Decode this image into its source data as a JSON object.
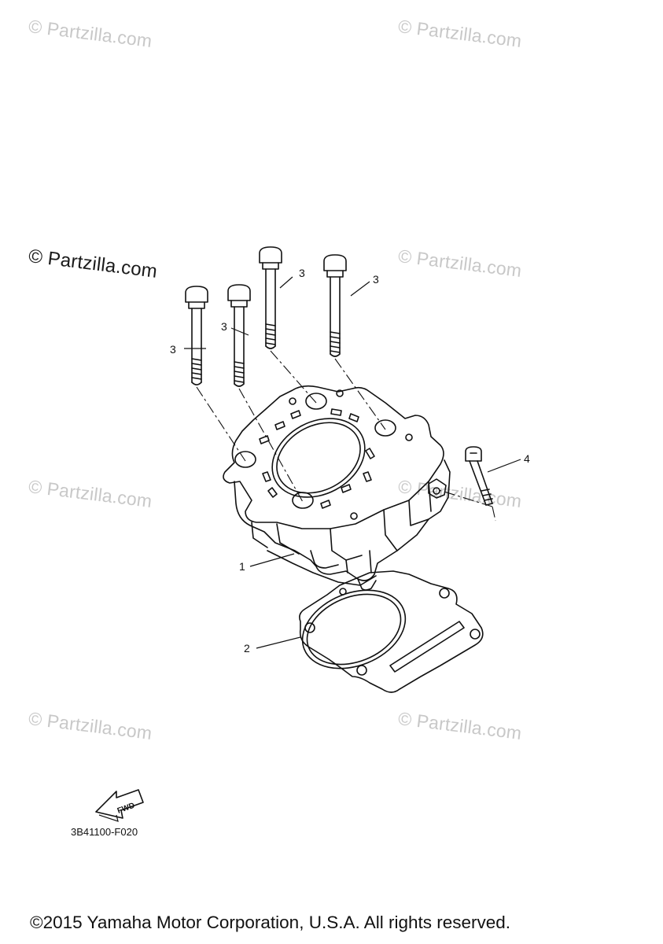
{
  "watermarks": [
    {
      "text": "© Partzilla.com"
    },
    {
      "text": "© Partzilla.com"
    },
    {
      "text": "© Partzilla.com"
    },
    {
      "text": "© Partzilla.com"
    },
    {
      "text": "© Partzilla.com"
    },
    {
      "text": "© Partzilla.com"
    },
    {
      "text": "© Partzilla.com"
    },
    {
      "text": "© Partzilla.com"
    }
  ],
  "callouts": {
    "c1": "1",
    "c2": "2",
    "c3a": "3",
    "c3b": "3",
    "c3c": "3",
    "c3d": "3",
    "c4": "4"
  },
  "fwd_label": "FWD",
  "diagram_code": "3B41100-F020",
  "copyright": "©2015 Yamaha Motor Corporation, U.S.A. All rights reserved."
}
